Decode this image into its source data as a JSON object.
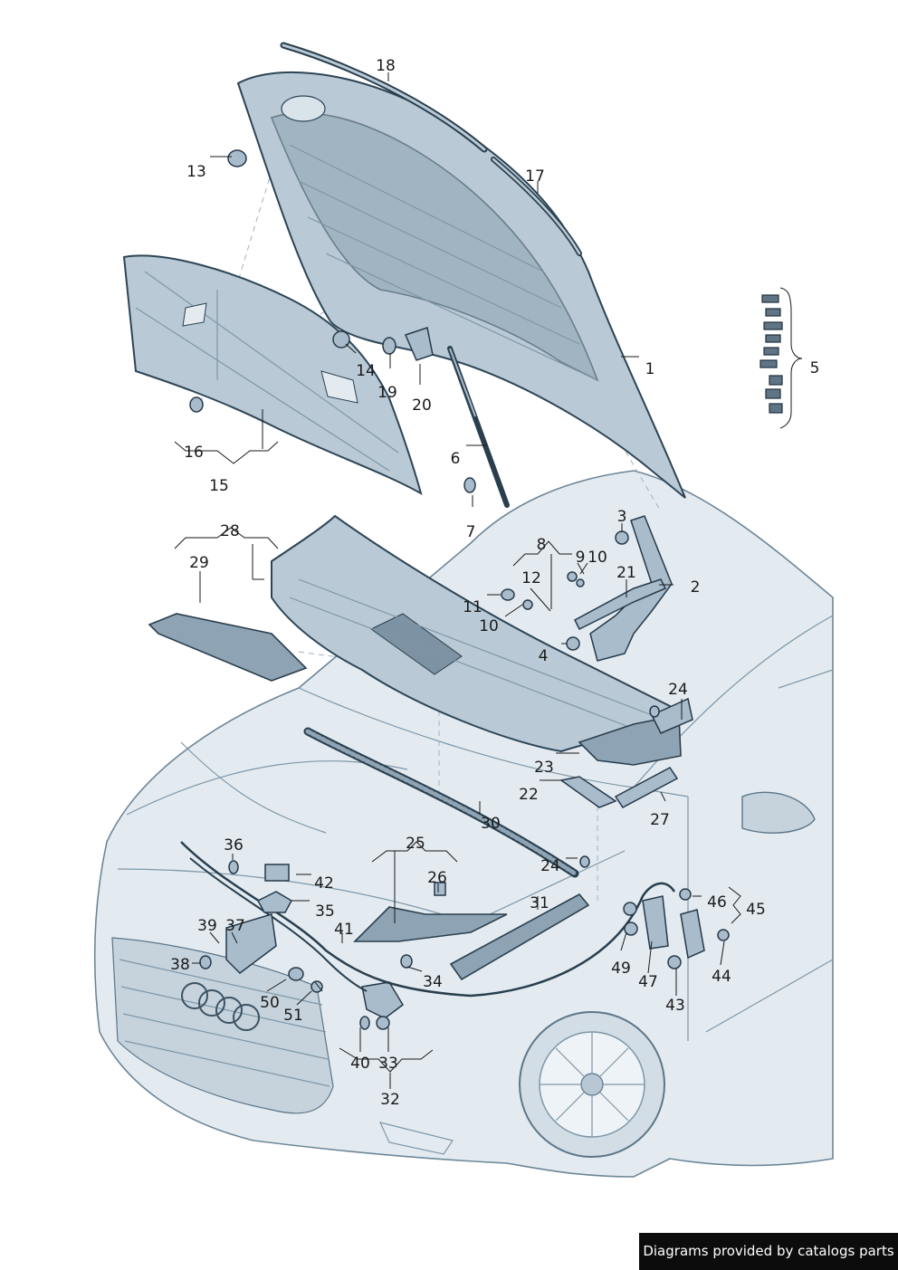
{
  "callouts": [
    {
      "id": "18",
      "text": "18"
    },
    {
      "id": "17",
      "text": "17"
    },
    {
      "id": "13",
      "text": "13"
    },
    {
      "id": "1",
      "text": "1"
    },
    {
      "id": "5",
      "text": "5"
    },
    {
      "id": "14",
      "text": "14"
    },
    {
      "id": "19",
      "text": "19"
    },
    {
      "id": "20",
      "text": "20"
    },
    {
      "id": "16",
      "text": "16"
    },
    {
      "id": "15",
      "text": "15"
    },
    {
      "id": "6",
      "text": "6"
    },
    {
      "id": "7",
      "text": "7"
    },
    {
      "id": "3",
      "text": "3"
    },
    {
      "id": "28",
      "text": "28"
    },
    {
      "id": "8",
      "text": "8"
    },
    {
      "id": "9",
      "text": "9"
    },
    {
      "id": "10a",
      "text": "10"
    },
    {
      "id": "29",
      "text": "29"
    },
    {
      "id": "21",
      "text": "21"
    },
    {
      "id": "2",
      "text": "2"
    },
    {
      "id": "12",
      "text": "12"
    },
    {
      "id": "11",
      "text": "11"
    },
    {
      "id": "10b",
      "text": "10"
    },
    {
      "id": "4",
      "text": "4"
    },
    {
      "id": "24a",
      "text": "24"
    },
    {
      "id": "23",
      "text": "23"
    },
    {
      "id": "22",
      "text": "22"
    },
    {
      "id": "27",
      "text": "27"
    },
    {
      "id": "30",
      "text": "30"
    },
    {
      "id": "25",
      "text": "25"
    },
    {
      "id": "36",
      "text": "36"
    },
    {
      "id": "24b",
      "text": "24"
    },
    {
      "id": "26",
      "text": "26"
    },
    {
      "id": "42",
      "text": "42"
    },
    {
      "id": "46",
      "text": "46"
    },
    {
      "id": "45",
      "text": "45"
    },
    {
      "id": "31",
      "text": "31"
    },
    {
      "id": "35",
      "text": "35"
    },
    {
      "id": "39",
      "text": "39"
    },
    {
      "id": "37",
      "text": "37"
    },
    {
      "id": "41",
      "text": "41"
    },
    {
      "id": "38",
      "text": "38"
    },
    {
      "id": "49",
      "text": "49"
    },
    {
      "id": "44",
      "text": "44"
    },
    {
      "id": "34",
      "text": "34"
    },
    {
      "id": "47",
      "text": "47"
    },
    {
      "id": "50",
      "text": "50"
    },
    {
      "id": "43",
      "text": "43"
    },
    {
      "id": "51",
      "text": "51"
    },
    {
      "id": "40",
      "text": "40"
    },
    {
      "id": "33",
      "text": "33"
    },
    {
      "id": "32",
      "text": "32"
    }
  ],
  "credit": "Diagrams provided by catalogs parts"
}
